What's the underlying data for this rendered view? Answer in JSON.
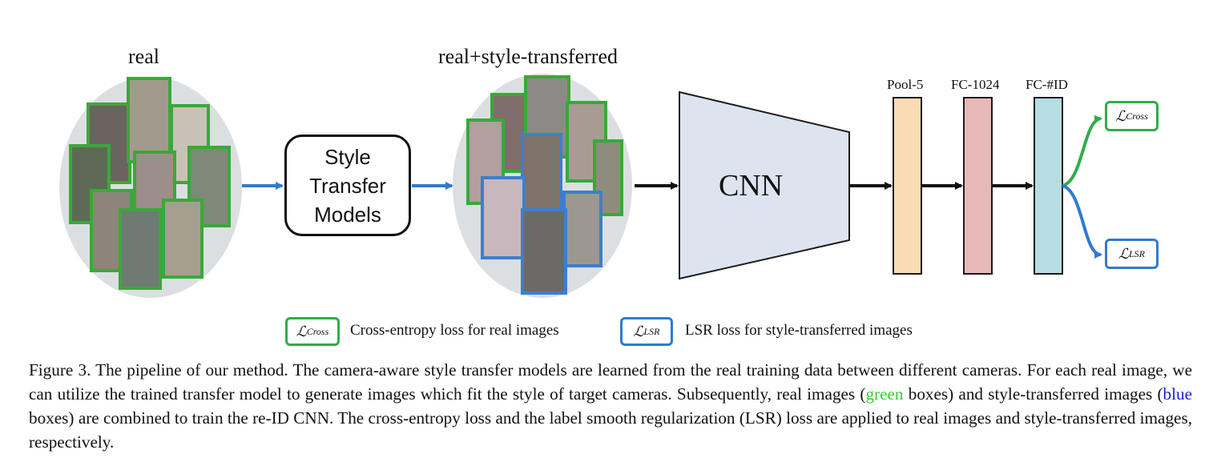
{
  "groups": {
    "real_title": "real",
    "transferred_title": "real+style-transferred"
  },
  "style_transfer_box": {
    "line1": "Style",
    "line2": "Transfer",
    "line3": "Models"
  },
  "cnn": {
    "label": "CNN"
  },
  "layers": [
    {
      "title": "Pool-5",
      "color": "#fadcb4"
    },
    {
      "title": "FC-1024",
      "color": "#e9b9b9"
    },
    {
      "title": "FC-#ID",
      "color": "#b5dde3"
    }
  ],
  "losses": {
    "cross": {
      "symbol": "ℒ",
      "subscript": "Cross",
      "color": "#2fad4a"
    },
    "lsr": {
      "symbol": "ℒ",
      "subscript": "LSR",
      "color": "#2f7bd0"
    }
  },
  "legend": {
    "cross_text": "Cross-entropy loss for real images",
    "lsr_text": "LSR loss for style-transferred images"
  },
  "caption": {
    "part1": "Figure 3. The pipeline of our method. The camera-aware style transfer models are learned from the real training data between different cameras. For each real image, we can utilize the trained transfer model to generate images which fit the style of target cameras. Subsequently, real images (",
    "green_word": "green",
    "part2": " boxes) and style-transferred images (",
    "blue_word": "blue",
    "part3": " boxes) are combined to train the re-ID CNN. The cross-entropy loss and the label smooth regularization (LSR) loss are applied to real images and style-transferred images, respectively."
  },
  "colors": {
    "real_frame": "#3aa83a",
    "transferred_frame": "#3b7fd0",
    "flow_arrow_blue": "#2f7bd0",
    "flow_arrow_black": "#111111",
    "ellipse_fill": "#dcdfe2",
    "cnn_fill": "#dce4ef"
  }
}
